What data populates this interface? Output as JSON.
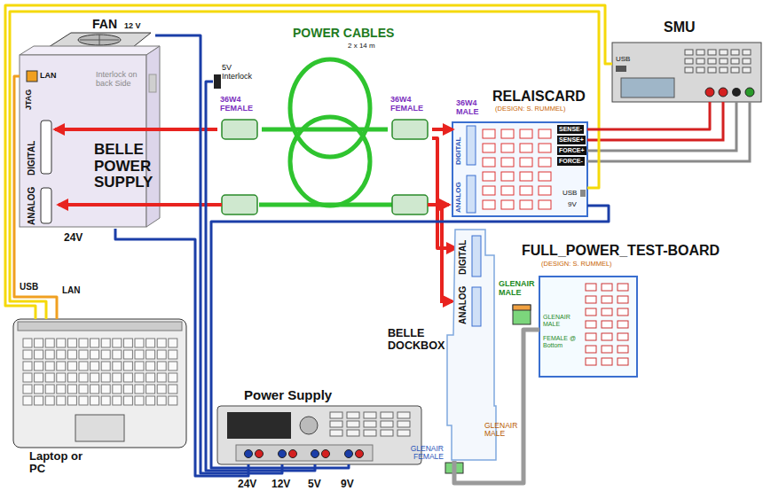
{
  "diagram": {
    "nodes": [
      {
        "text": [
          "FAN",
          "12 V"
        ]
      },
      {
        "text": [
          "BELLE POWER SUPPLY"
        ]
      },
      {
        "text": [
          "DIGITAL"
        ],
        "in": 1
      },
      {
        "text": [
          "ANALOG"
        ],
        "in": 1
      },
      {
        "text": [
          "5V Interlock"
        ]
      },
      {
        "text": [
          "36W4 FEMALE"
        ]
      },
      {
        "text": [
          "36W4 FEMALE"
        ]
      },
      {
        "text": [
          "RELAISCARD",
          "(DESIGN: S. RUMMEL)"
        ]
      },
      {
        "text": [
          "SMU"
        ]
      },
      {
        "text": [
          "BELLE DOCKBOX"
        ]
      },
      {
        "text": [
          "DIGITAL"
        ],
        "in": 9
      },
      {
        "text": [
          "ANALOG"
        ],
        "in": 9
      },
      {
        "text": [
          "FULL_POWER_TEST-BOARD",
          "(DESIGN: S. RUMMEL)"
        ]
      },
      {
        "text": [
          "Power Supply"
        ]
      },
      {
        "text": [
          "Laptop or PC"
        ]
      }
    ],
    "edges": [
      {
        "from": 5,
        "to": 2,
        "arrow": "to"
      },
      {
        "from": 6,
        "to": 7,
        "arrow": "to"
      },
      {
        "from": 6,
        "to": 10,
        "arrow": "to"
      },
      {
        "from": 5,
        "to": 6,
        "arrow": "none"
      },
      {
        "from": 14,
        "to": 1,
        "arrow": "none"
      },
      {
        "from": 14,
        "to": 8,
        "arrow": "none"
      },
      {
        "from": 14,
        "to": 7,
        "arrow": "none"
      },
      {
        "from": 7,
        "to": 8,
        "arrow": "none"
      },
      {
        "from": 13,
        "to": 1,
        "arrow": "none"
      },
      {
        "from": 13,
        "to": 0,
        "arrow": "none"
      },
      {
        "from": 13,
        "to": 4,
        "arrow": "none"
      },
      {
        "from": 13,
        "to": 7,
        "arrow": "none"
      },
      {
        "from": 12,
        "to": 9,
        "arrow": "none"
      }
    ],
    "labels": [
      "LAN",
      "JTAG",
      "Interlock on back Side",
      "24V",
      "POWER CABLES",
      "2 x 14 m",
      "36W4 MALE",
      "DIGITAL",
      "ANALOG",
      "SENSE-",
      "SENSE+",
      "FORCE+",
      "FORCE-",
      "USB",
      "9V",
      "USB",
      "GLENAIR MALE",
      "GLENAIR MALE",
      "FEMALE @ Bottom",
      "GLENAIR MALE",
      "GLENAIR FEMALE",
      "24V",
      "12V",
      "5V",
      "9V",
      "USB",
      "LAN"
    ]
  }
}
